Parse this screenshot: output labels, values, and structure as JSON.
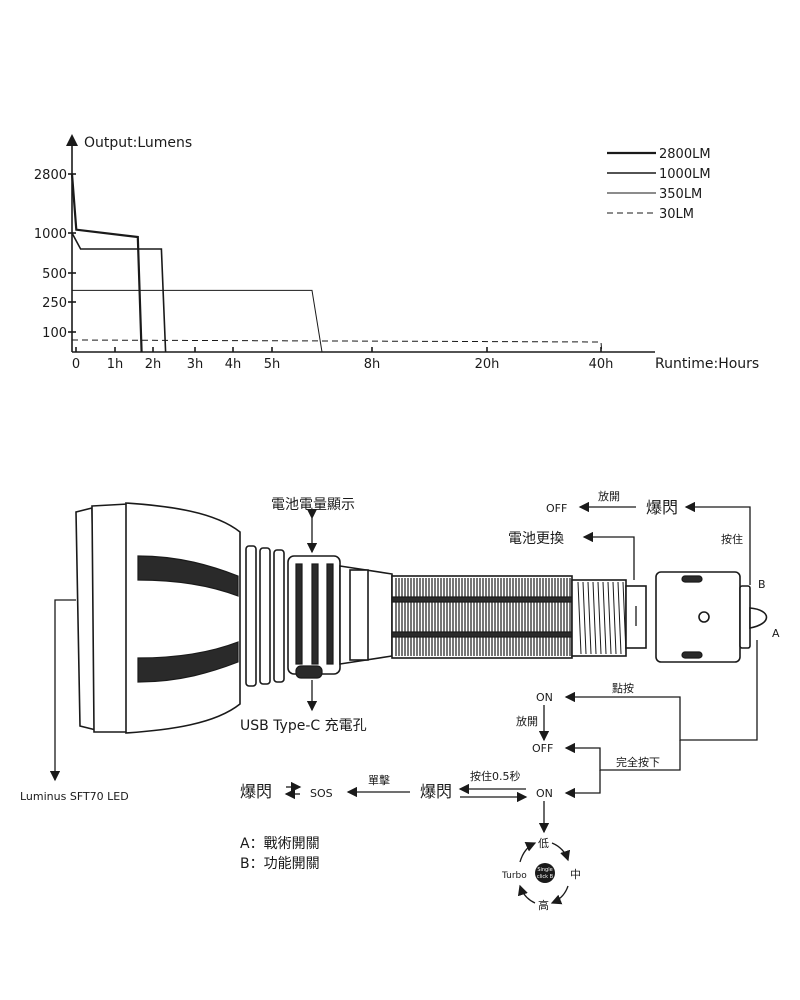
{
  "chart_data": {
    "type": "line",
    "ylabel": "Output:Lumens",
    "xlabel": "Runtime:Hours",
    "x_ticks": [
      "0",
      "1h",
      "2h",
      "3h",
      "4h",
      "5h",
      "8h",
      "20h",
      "40h"
    ],
    "y_ticks": [
      "100",
      "250",
      "500",
      "1000",
      "2800"
    ],
    "series": [
      {
        "name": "2800LM",
        "x": [
          "0",
          "0.1h",
          "1.6h",
          "1.7h"
        ],
        "y": [
          2800,
          1100,
          950,
          0
        ]
      },
      {
        "name": "1000LM",
        "x": [
          "0",
          "0.2h",
          "2.2h",
          "2.3h"
        ],
        "y": [
          1000,
          800,
          800,
          0
        ]
      },
      {
        "name": "350LM",
        "x": [
          "0",
          "6.2h",
          "6.5h"
        ],
        "y": [
          350,
          350,
          0
        ]
      },
      {
        "name": "30LM",
        "x": [
          "0",
          "40h",
          "40.2h"
        ],
        "y": [
          30,
          25,
          0
        ]
      }
    ],
    "legend_position": "top-right",
    "grid": false
  },
  "diagram": {
    "battery_display": "電池電量顯示",
    "usb_port": "USB Type-C 充電孔",
    "led": "Luminus SFT70 LED",
    "battery_replace": "電池更換",
    "off_top": "OFF",
    "release_top": "放開",
    "strobe_top": "爆閃",
    "hold": "按住",
    "label_b": "B",
    "label_a": "A",
    "on1": "ON",
    "click": "點按",
    "release": "放開",
    "off2": "OFF",
    "full_press": "完全按下",
    "strobe_left": "爆閃",
    "sos": "SOS",
    "single_click": "單擊",
    "strobe_mid": "爆閃",
    "hold_05": "按住0.5秒",
    "on2": "ON",
    "low": "低",
    "mid": "中",
    "high": "高",
    "turbo": "Turbo",
    "single_click_b_1": "Single",
    "single_click_b_2": "click B",
    "legend_a": "A：戰術開關",
    "legend_b": "B：功能開關"
  }
}
